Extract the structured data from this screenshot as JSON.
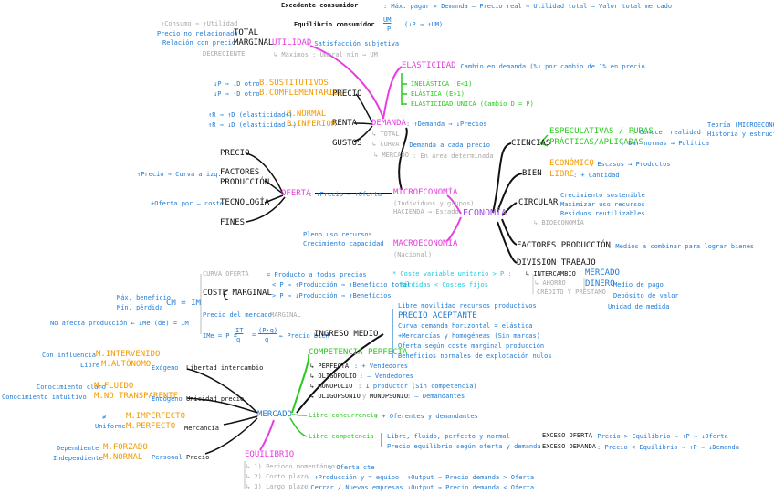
{
  "center": {
    "economia": "ECONOMÍA"
  },
  "micro": {
    "title": "MICROECONOMÍA",
    "sub": "(Individuos y grupos)",
    "hacienda": "HACIENDA → Estado"
  },
  "macro": {
    "title": "MACROECONOMÍA",
    "sub": "(Nacional)",
    "l1": "Pleno uso recursos",
    "l2": "Crecimiento capacidad"
  },
  "ciencias": {
    "title": "CIENCIAS",
    "esp": "ESPECULATIVAS / PURAS",
    "esp_def": ": Conocer realidad",
    "pract": "PRÁCTICAS/APLICADAS",
    "pract_def": ": Dar normas → Política",
    "teoria": "Teoría (MICROECONOMÍA)",
    "historia": "Historia y estructura"
  },
  "bien": {
    "title": "BIEN",
    "econ": "ECONÓMICO",
    "econ_def": ": Escasos → Productos",
    "libre": "LIBRE",
    "libre_def": ": + Cantidad"
  },
  "circular": {
    "title": "CIRCULAR",
    "l1": "Crecimiento sostenible",
    "l2": "Maximizar uso recursos",
    "l3": "Residuos reutilizables",
    "bio": "↳ BIOECONOMÍA"
  },
  "factores": {
    "title": "FACTORES PRODUCCIÓN",
    "def": ": Medios a combinar para lograr bienes"
  },
  "division": {
    "title": "DIVISIÓN TRABAJO",
    "intercambio": "↳ INTERCAMBIO",
    "ahorro": "↳ AHORRO",
    "credito": "CRÉDITO Y PRÉSTAMO",
    "dinero": "DINERO",
    "mercado_word": "MERCADO",
    "f1": "Medio de pago",
    "f2": "Depósito de valor",
    "f3": "Unidad de medida"
  },
  "utilidad": {
    "excedente": "Excedente consumidor",
    "excedente_def": ": Máx. pagar ∗ Demanda – Precio real ⇒ Utilidad total – Valor total mercado",
    "equilibrio": "Equilibrio consumidor",
    "equilibrio_frac_num": "UM",
    "equilibrio_frac_den": "P",
    "equilibrio_rest": "(↓P ⇒ ↑UM)",
    "consumo": "↑Consumo ⇒ ↑Utilidad",
    "total": "TOTAL",
    "no_rel": "Precio no relacionado",
    "marginal": "MARGINAL",
    "rel": "Relación con precio",
    "title": "UTILIDAD",
    "def": ": Satisfacción subjetiva",
    "decreciente": "DECRECIENTE",
    "maximos": "↳ Máximos : Umbral mín → UM"
  },
  "elasticidad": {
    "title": "ELASTICIDAD",
    "def": ": Cambio en demanda (%) por cambio de 1% en precio",
    "inel": "INELÁSTICA (E<1)",
    "el": "ELÁSTICA (E>1)",
    "uni": "ELASTICIDAD ÚNICA (Cambio D = P)"
  },
  "demanda": {
    "title": "DEMANDA",
    "def": ": ↑Demanda ⇒ ↓Precios",
    "total": "↳ TOTAL",
    "curva": "↳ CURVA",
    "curva_def": ": Demanda a cada precio",
    "mercado": "↳ MERCADO",
    "mercado_def": ": En área determinada",
    "precio": "PRECIO",
    "renta": "RENTA",
    "gustos": "GUSTOS",
    "sust": "B.SUSTITUTIVOS",
    "comp": "B.COMPLEMENTARIOS",
    "sust_rule": "↓P ⇒ ↓D otro",
    "comp_rule": "↓P ⇒ ↑D otro",
    "normal": "B.NORMAL",
    "inferior": "B.INFERIOR",
    "normal_rule": "↑R ⇒ ↑D (elasticidad+)",
    "inferior_rule": "↑R ⇒ ↓D (elasticidad –)"
  },
  "oferta": {
    "title": "OFERTA",
    "def": ": ↑Precio ⇒ ↑Oferta",
    "precio": "PRECIO",
    "factores": "FACTORES PRODUCCIÓN",
    "factores_rule": "↑Precio ⇒ Curva a izq.",
    "tecnologia": "TECNOLOGÍA",
    "tecnologia_rule": "+Oferta por – coste",
    "fines": "FINES"
  },
  "costes": {
    "curva_oferta": "CURVA OFERTA",
    "curva_oferta_def": "= Producto a todos precios",
    "coste_marginal": "COSTE MARGINAL",
    "cm1": "< P ⇒ ↑Producción ⇒ ↑Beneficio total",
    "cm2": "> P ⇒ ↓Producción ⇒ ↑Beneficios",
    "precio_mercado": "Precio del mercado",
    "marginal": "MARGINAL",
    "note1": "* Coste variable unitario > P :",
    "note2": "Pérdidas < Costes fijos",
    "max": "Máx. beneficio",
    "min": "Mín. pérdida",
    "cm_im": "CM = IM",
    "noafecta": "No afecta producción ← IMe (de) = IM",
    "ime": "IMe = P =",
    "frac_it": "IT",
    "frac_q": "q",
    "frac_pq": "(P·q)",
    "frac_q2": "q",
    "precio_bien": "← Precio bien",
    "ingreso_medio": "INGRESO MEDIO"
  },
  "competencia": {
    "title": "COMPETENCIA PERFECTA",
    "c1": "Libre movilidad recursos productivos",
    "c2": "PRECIO ACEPTANTE",
    "c3": "Curva demanda horizontal = elástica",
    "c4": "+Mercancías y homogéneas (Sin marcas)",
    "c5": "Oferta según coste marginal producción",
    "c6": "Beneficios normales de explotación nulos",
    "perfecta": "↳ PERFECTA",
    "perfecta_def": ": + Vendedores",
    "oligo": "↳ OLIGOPOLIO",
    "oligo_def": ": – Vendedores",
    "mono": "↳ MONOPOLIO",
    "mono_def": ": 1 productor (Sin competencia)",
    "oligop": "↳ OLIGOPSONIO",
    "y": "y",
    "monop": "MONOPSONIO",
    "monop_def": ": – Demandantes",
    "concurrencia": "Libre concurrencia",
    "concurrencia_def": ": + Oferentes y demandantes",
    "libre_comp": "Libre competencia",
    "lc1": "Libre, fluido, perfecto y normal",
    "lc2": "Precio equilibrio según oferta y demanda",
    "exc_oferta": "EXCESO OFERTA",
    "exc_oferta_def": ": Precio > Equilibrio ⇒ ↑P ⇒ ↓Oferta",
    "exc_demanda": "EXCESO DEMANDA",
    "exc_demanda_def": ": Precio < Equilibrio ⇒ ↑P ⇒ ↓Demanda"
  },
  "mercado": {
    "title": "MERCADO",
    "inf_con": "Con influencia",
    "inf_sin": "Libre",
    "intervenido": "M.INTERVENIDO",
    "autonomo": "M.AUTÓNOMO",
    "exogeno": "Exógeno",
    "libertad": "Libertad intercambio",
    "claro": "Conocimiento claro",
    "intuitivo": "Conocimiento intuitivo",
    "fluido": "M.FLUIDO",
    "no_transp": "M.NO TRANSPARENTE",
    "endogeno": "Endógeno",
    "unicidad": "Unicidad precio",
    "neq": "≠",
    "uniforme": "Uniforme",
    "imperfecto": "M.IMPERFECTO",
    "perfecto": "M.PERFECTO",
    "mercancia": "Mercancía",
    "dependiente": "Dependiente",
    "independiente": "Independiente",
    "forzado": "M.FORZADO",
    "normal": "M.NORMAL",
    "personal": "Personal",
    "precio": "Precio"
  },
  "equilibrio": {
    "title": "EQUILIBRIO",
    "p1": "↳ 1) Periodo momentáneo",
    "p1_def": ": Oferta cte",
    "p2": "↳ 2) Corto plazo",
    "p2_def": ": ↑Producción y = equipo",
    "p3": "↳ 3) Largo plazo",
    "p3_def": ": Cerrar / Nuevas empresas",
    "o1": "↑Output ⇒ Precio demanda > Oferta",
    "o2": "↓Output ⇒ Precio demanda < Oferta"
  },
  "colors": {
    "blue": "#1e7bd6",
    "pink": "#e83ee0",
    "orange": "#f29a00",
    "green": "#2ac91f",
    "purple": "#a14ae8",
    "gray": "#a8a8a8",
    "black": "#111111"
  }
}
